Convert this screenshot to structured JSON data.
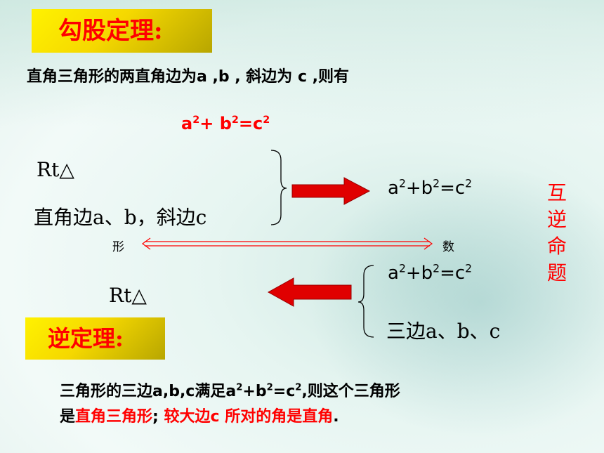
{
  "title_tag": "勾股定理:",
  "statement": "直角三角形的两直角边为a ,b , 斜边为 c ,则有",
  "formula": {
    "a": "a",
    "plus": "+ ",
    "b": "b",
    "eq": "=",
    "c": "c",
    "exp": "2"
  },
  "theorem": {
    "rt": "Rt△",
    "legs": "直角边a、b，斜边c",
    "equation": {
      "a": "a",
      "b": "+b",
      "c": "=c",
      "exp": "2"
    }
  },
  "labels": {
    "shape": "形",
    "number": "数"
  },
  "mutual": [
    "互",
    "逆",
    "命",
    "题"
  ],
  "converse": {
    "rt": "Rt△",
    "equation": {
      "a": "a",
      "b": "+b",
      "c": "=c",
      "exp": "2"
    },
    "sides": "三边a、b、c"
  },
  "converse_tag": "逆定理:",
  "conclusion": {
    "p1": "三角形的三边a,b,c满足a",
    "p2": "+b",
    "p3": "=c",
    "p4": ",则这个三角形",
    "p5": "是",
    "p6": "直角三角形",
    "p7": "; ",
    "p8": "较大边c 所对的角是直角",
    "p9": ".",
    "exp": "2"
  },
  "colors": {
    "accent": "#ff0000",
    "tag_bg": "#f5d800",
    "arrow": "#e00000"
  }
}
